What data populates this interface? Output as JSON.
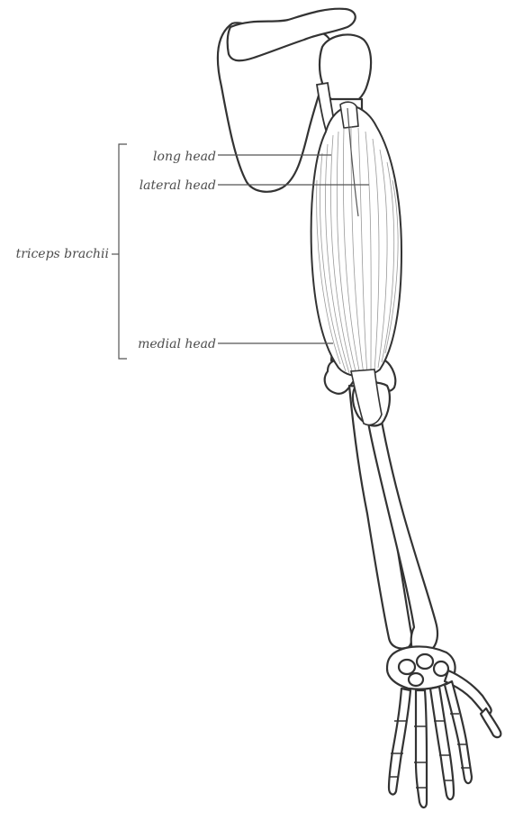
{
  "labels": {
    "group": "triceps brachii",
    "long_head": "long head",
    "lateral_head": "lateral head",
    "medial_head": "medial head"
  },
  "colors": {
    "outline": "#333333",
    "fill": "#ffffff",
    "fiber": "#9a9a9a",
    "label_text": "#4d4d4d",
    "leader": "#555555"
  }
}
